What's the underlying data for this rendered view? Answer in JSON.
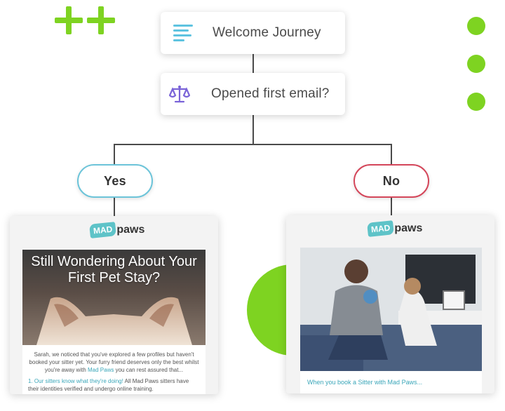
{
  "flow": {
    "start_label": "Welcome Journey",
    "question_label": "Opened first email?",
    "yes_label": "Yes",
    "no_label": "No"
  },
  "icons": {
    "start": "list-lines-icon",
    "question": "scales-icon"
  },
  "colors": {
    "accent_green": "#7ed321",
    "yes_border": "#6cc4d9",
    "no_border": "#d4465a",
    "brand_teal": "#5ec3c8",
    "link_teal": "#3aa6b9"
  },
  "email_yes": {
    "brand_badge": "MAD",
    "brand_word": "paws",
    "hero_title": "Still Wondering About Your First Pet Stay?",
    "body_line_1": "Sarah, we noticed that you've explored a few profiles but haven't booked your sitter yet. Your furry friend deserves only the best whilst you're away with",
    "body_link_1": "Mad Paws",
    "body_line_1b": "you can rest assured that...",
    "point_link": "1. Our sitters know what they're doing!",
    "point_text": "All Mad Paws sitters have their identities verified and undergo online training."
  },
  "email_no": {
    "brand_badge": "MAD",
    "brand_word": "paws",
    "caption": "When you book a Sitter with Mad Paws..."
  }
}
